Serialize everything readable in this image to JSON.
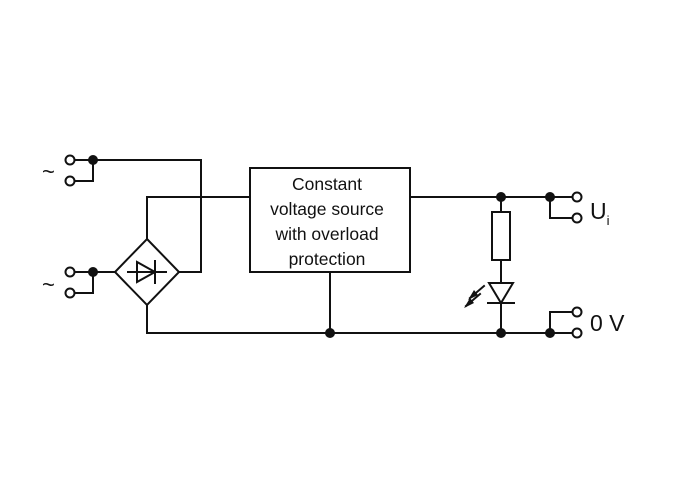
{
  "diagram": {
    "box_lines": [
      "Constant",
      "voltage source",
      "with overload",
      "protection"
    ],
    "input_1_symbol": "~",
    "input_2_symbol": "~",
    "output_positive": {
      "main": "U",
      "sub": "i"
    },
    "output_negative": "0 V",
    "colors": {
      "line": "#111111",
      "background": "#ffffff"
    }
  }
}
